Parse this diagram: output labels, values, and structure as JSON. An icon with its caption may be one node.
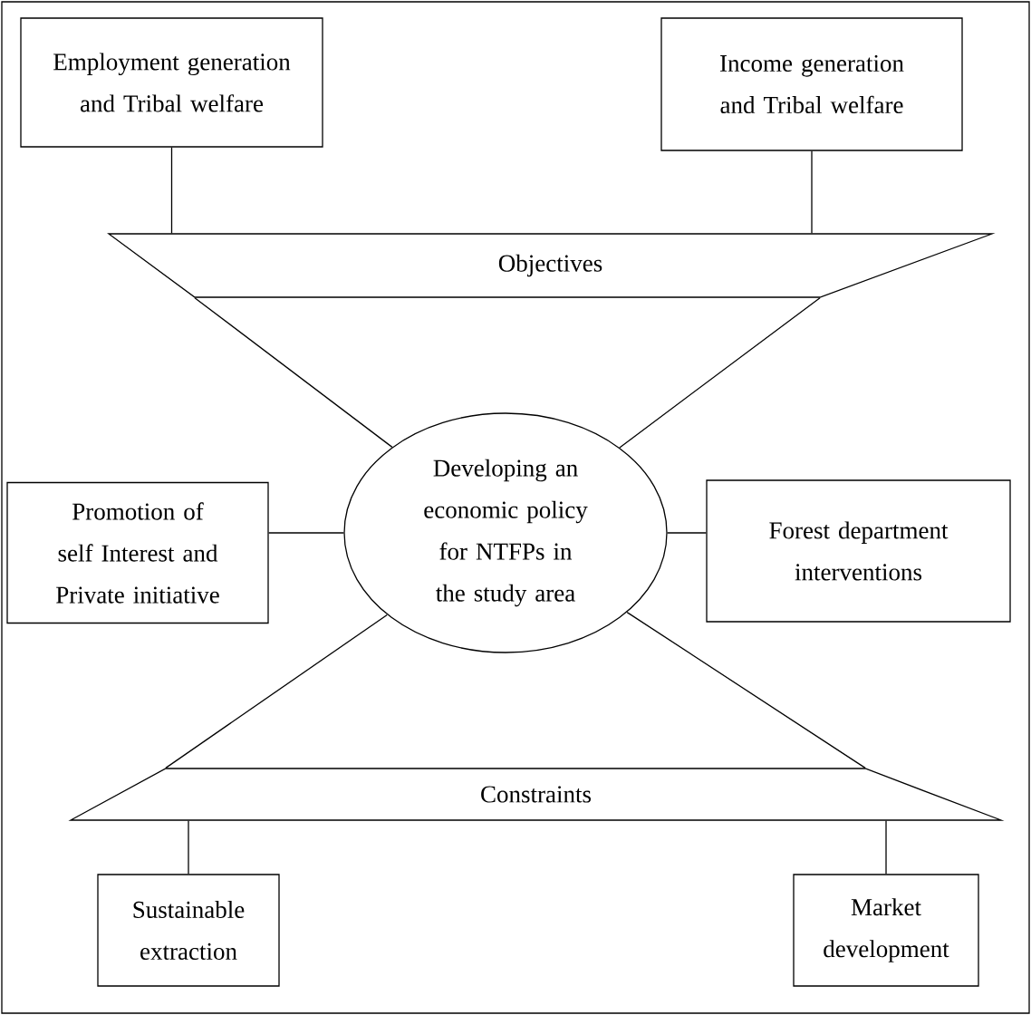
{
  "diagram": {
    "nodes": [
      {
        "text": [
          "Employment generation and Tribal welfare"
        ]
      },
      {
        "text": [
          "Income generation and Tribal welfare"
        ]
      },
      {
        "text": [
          "Objectives"
        ]
      },
      {
        "text": [
          "Promotion of self Interest and Private initiative"
        ]
      },
      {
        "text": [
          "Developing an economic policy for NTFPs in the study area"
        ]
      },
      {
        "text": [
          "Forest department interventions"
        ]
      },
      {
        "text": [
          "Constraints"
        ]
      },
      {
        "text": [
          "Sustainable extraction"
        ]
      },
      {
        "text": [
          "Market development"
        ]
      }
    ],
    "edges": [
      {
        "from": 0,
        "to": 2,
        "arrow": "none"
      },
      {
        "from": 1,
        "to": 2,
        "arrow": "none"
      },
      {
        "from": 2,
        "to": 4,
        "arrow": "none"
      },
      {
        "from": 2,
        "to": 4,
        "arrow": "none"
      },
      {
        "from": 3,
        "to": 4,
        "arrow": "none"
      },
      {
        "from": 5,
        "to": 4,
        "arrow": "none"
      },
      {
        "from": 4,
        "to": 6,
        "arrow": "none"
      },
      {
        "from": 4,
        "to": 6,
        "arrow": "none"
      },
      {
        "from": 6,
        "to": 7,
        "arrow": "none"
      },
      {
        "from": 6,
        "to": 8,
        "arrow": "none"
      }
    ]
  }
}
